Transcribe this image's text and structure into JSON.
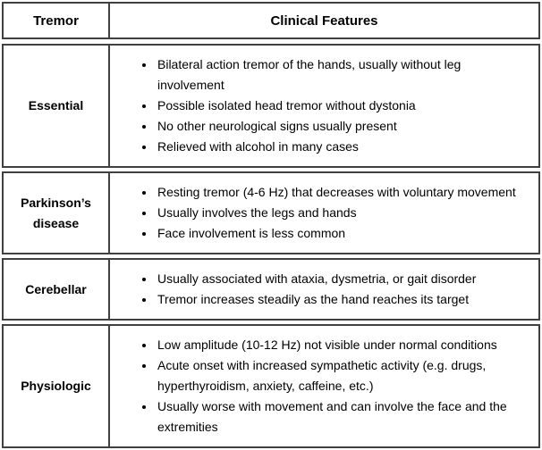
{
  "table": {
    "header": {
      "tremor_col": "Tremor",
      "features_col": "Clinical Features"
    },
    "rows": [
      {
        "label": "Essential",
        "features": [
          "Bilateral action tremor of the hands, usually without leg involvement",
          "Possible isolated head tremor without dystonia",
          "No other neurological signs usually present",
          "Relieved with alcohol in many cases"
        ]
      },
      {
        "label": "Parkinson’s disease",
        "features": [
          "Resting tremor (4-6 Hz) that decreases with voluntary movement",
          "Usually involves the legs and hands",
          "Face involvement is less common"
        ]
      },
      {
        "label": "Cerebellar",
        "features": [
          "Usually associated with ataxia, dysmetria, or gait disorder",
          "Tremor increases steadily as the hand reaches its target"
        ]
      },
      {
        "label": "Physiologic",
        "features": [
          "Low amplitude (10-12 Hz) not visible under normal conditions",
          "Acute onset with increased sympathetic activity (e.g. drugs, hyperthyroidism, anxiety, caffeine, etc.)",
          "Usually worse with movement and can involve the face and the extremities"
        ]
      }
    ],
    "colors": {
      "border": "#404040",
      "text": "#000000",
      "background": "#ffffff"
    }
  }
}
